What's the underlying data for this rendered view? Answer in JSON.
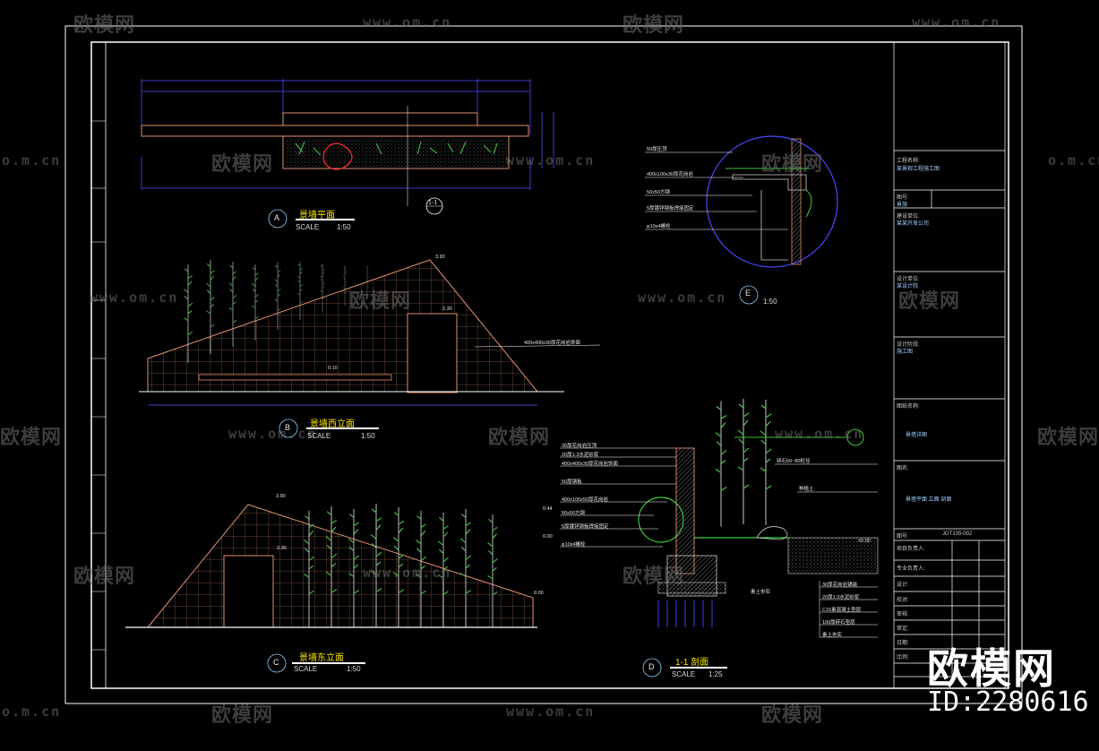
{
  "watermark": {
    "brand_text": "欧模网",
    "url_text": "www.om.cn",
    "partial_url": "o.m.cn",
    "id_text": "ID:2280616"
  },
  "views": {
    "a": {
      "marker": "A",
      "title": "景墙平面",
      "scale_word": "SCALE",
      "scale_value": "1:50"
    },
    "b": {
      "marker": "B",
      "title": "景墙西立面",
      "scale_word": "SCALE",
      "scale_value": "1:50"
    },
    "c": {
      "marker": "C",
      "title": "景墙东立面",
      "scale_word": "SCALE",
      "scale_value": "1:50"
    },
    "d": {
      "marker": "D",
      "title": "1-1 剖面",
      "scale_word": "SCALE",
      "scale_value": "1:25"
    },
    "e": {
      "marker": "E",
      "scale_value": "1:50"
    }
  },
  "section_mark": "1-1",
  "dims": {
    "d390": "3.90",
    "d230": "2.30",
    "d010": "0.10",
    "d000": "±0.00",
    "d00b": "0.00"
  },
  "annotations": {
    "detail_e": [
      "50厚压顶",
      "400x100x30厚花岗岩",
      "50x50方钢",
      "5厚镀锌钢板焊接固定",
      "φ10x4螺栓"
    ],
    "section_left": [
      "30厚花岗岩压顶",
      "20厚1:3水泥砂浆",
      "400x400x30厚花岗岩饰面",
      "50厚钢板",
      "400x100x50厚花岗岩",
      "50x50方钢",
      "5厚镀锌钢板焊接固定",
      "φ10x4螺栓"
    ],
    "section_bottom": [
      "30厚花岗岩铺装",
      "20厚1:3水泥砂浆",
      "C15素混凝土垫层",
      "100厚碎石垫层",
      "素土夯实"
    ],
    "section_right": [
      "卵石50~80粒径",
      "种植土"
    ],
    "section_under": "素土夯实",
    "elev_b_note": "400x400x30厚花岗岩饰面"
  },
  "levels": {
    "l044": "0.44",
    "l000": "0.00"
  },
  "title_block": {
    "row1_label": "工程名称:",
    "row1_value": "某景观工程施工图",
    "row2_label": "图号:",
    "row2_value": "景施",
    "row3_label": "建设单位:",
    "row3_value": "某某开发公司",
    "row4_label": "设计单位:",
    "row4_value": "某设计院",
    "row5_label": "设计阶段:",
    "row5_value": "施工图",
    "row6_label": "图纸名称:",
    "row6_value": "景墙详图",
    "row7_label": "图名:",
    "row7_value": "景墙平面 立面 剖面",
    "drawing_no_label": "图号:",
    "drawing_no": "JGT105-002",
    "r8": "项目负责人:",
    "r9": "专业负责人:",
    "r10": "设计:",
    "r11": "校对:",
    "r12": "审核:",
    "r13": "审定:",
    "r14": "日期:",
    "r15": "比例:"
  }
}
